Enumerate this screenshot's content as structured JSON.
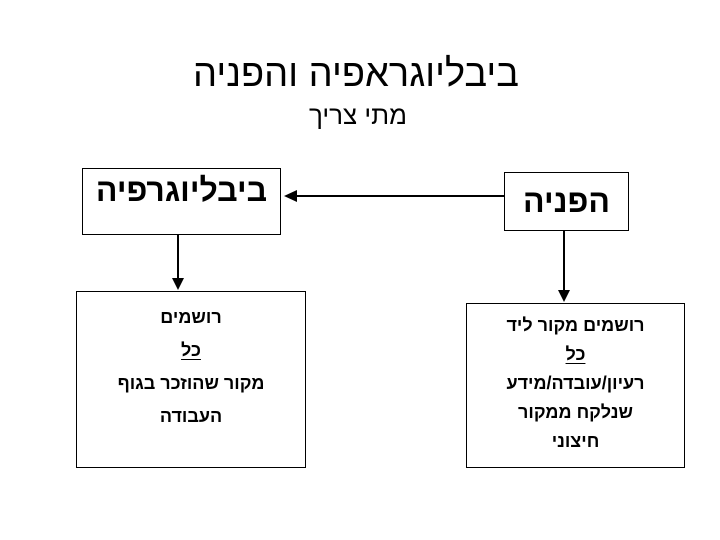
{
  "slide": {
    "title": "ביבליוגראפיה והפניה",
    "subtitle": "מתי צריך"
  },
  "diagram": {
    "colors": {
      "stroke": "#000000",
      "text": "#000000",
      "background": "#ffffff"
    },
    "bibliography_box": {
      "label": "ביבליוגרפיה"
    },
    "reference_box": {
      "label": "הפניה"
    },
    "bibliography_rule_box": {
      "lines": [
        "רושמים",
        "כל",
        "מקור שהוזכר בגוף",
        "העבודה"
      ]
    },
    "reference_rule_box": {
      "lines": [
        "רושמים מקור ליד",
        "כל",
        "רעיון/עובדה/מידע",
        "שנלקח ממקור",
        "חיצוני"
      ]
    }
  }
}
